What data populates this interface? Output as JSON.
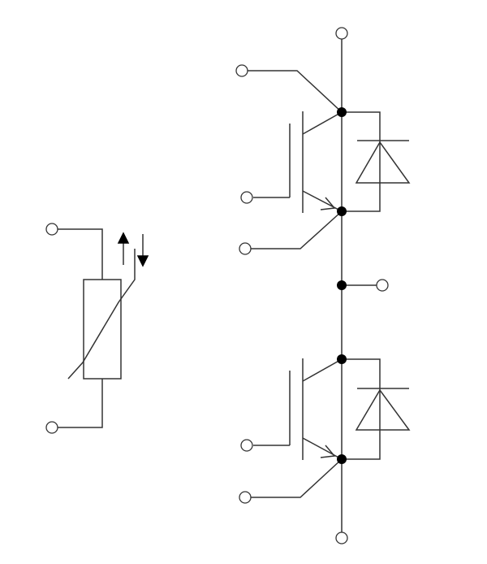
{
  "diagram": {
    "type": "circuit-schematic",
    "components": [
      {
        "kind": "thermistor",
        "name": "ntc-thermistor",
        "terminals": 2
      },
      {
        "kind": "igbt-with-antiparallel-diode",
        "name": "upper-switch"
      },
      {
        "kind": "igbt-with-antiparallel-diode",
        "name": "lower-switch"
      }
    ],
    "colors": {
      "line": "#333333",
      "junction": "#000000",
      "background": "#ffffff",
      "terminal_fill": "#ffffff"
    },
    "icons": {
      "thermistor_arrows": "up-down-arrows-icon",
      "terminal": "open-circle-terminal-icon",
      "junction": "filled-dot-junction-icon"
    }
  }
}
